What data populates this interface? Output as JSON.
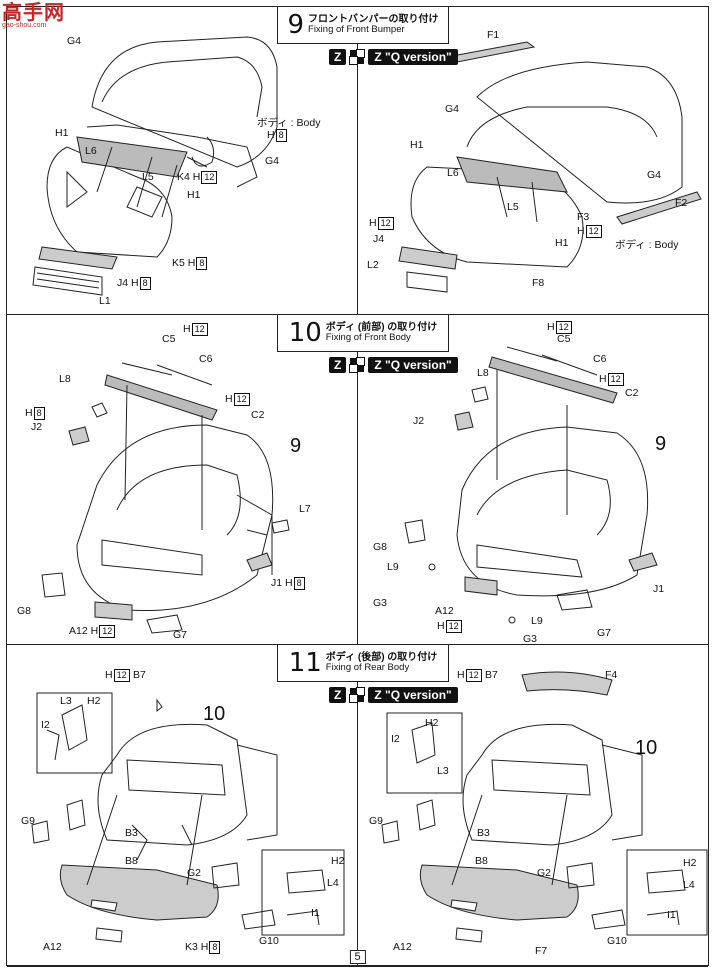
{
  "logo": {
    "main": "高手网",
    "sub": "gao-shou.com"
  },
  "page_number": "5",
  "steps": [
    {
      "number": "9",
      "title_jp": "フロントバンパーの取り付け",
      "title_en": "Fixing of Front Bumper",
      "version_left": "Z",
      "version_right": "Z \"Q version\"",
      "left_labels": {
        "g4a": "G4",
        "h1a": "H1",
        "l6": "L6",
        "l5": "L5",
        "k4": "K4",
        "h12": "12",
        "h1b": "H1",
        "body": "ボディ : Body",
        "h8": "8",
        "g4b": "G4",
        "k5": "K5",
        "h8b": "8",
        "j4": "J4",
        "h8c": "8",
        "l1": "L1"
      },
      "right_labels": {
        "f1": "F1",
        "g4a": "G4",
        "h1a": "H1",
        "l6": "L6",
        "g4b": "G4",
        "f2": "F2",
        "l5": "L5",
        "f3": "F3",
        "h12a": "12",
        "h1b": "H1",
        "body": "ボディ : Body",
        "h12b": "12",
        "j4": "J4",
        "l2": "L2",
        "f8": "F8"
      }
    },
    {
      "number": "10",
      "title_jp": "ボディ (前部) の取り付け",
      "title_en": "Fixing of Front Body",
      "version_left": "Z",
      "version_right": "Z \"Q version\"",
      "left_labels": {
        "c5": "C5",
        "h12a": "12",
        "c6": "C6",
        "l8": "L8",
        "h8": "8",
        "j2": "J2",
        "h12b": "12",
        "c2": "C2",
        "nine": "9",
        "l7": "L7",
        "j1": "J1",
        "h8b": "8",
        "g8": "G8",
        "a12": "A12",
        "h12c": "12",
        "g7": "G7"
      },
      "right_labels": {
        "c5": "C5",
        "h12a": "12",
        "c6": "C6",
        "l8": "L8",
        "h12b": "12",
        "c2": "C2",
        "j2": "J2",
        "nine": "9",
        "g8": "G8",
        "l9a": "L9",
        "j1": "J1",
        "g3a": "G3",
        "a12": "A12",
        "h12c": "12",
        "l9b": "L9",
        "g3b": "G3",
        "g7": "G7"
      }
    },
    {
      "number": "11",
      "title_jp": "ボディ (後部) の取り付け",
      "title_en": "Fixing of Rear Body",
      "version_left": "Z",
      "version_right": "Z \"Q version\"",
      "left_labels": {
        "h12": "12",
        "b7": "B7",
        "l3": "L3",
        "h2": "H2",
        "i2": "I2",
        "ten": "10",
        "g9": "G9",
        "b3": "B3",
        "b8": "B8",
        "g2": "G2",
        "h2b": "H2",
        "l4": "L4",
        "i1": "I1",
        "g10": "G10",
        "a12": "A12",
        "k3": "K3",
        "h8": "8"
      },
      "right_labels": {
        "h12": "12",
        "b7": "B7",
        "f4": "F4",
        "h2": "H2",
        "i2": "I2",
        "l3": "L3",
        "ten": "10",
        "g9": "G9",
        "b3": "B3",
        "b8": "B8",
        "g2": "G2",
        "h2b": "H2",
        "l4": "L4",
        "i1": "I1",
        "g10": "G10",
        "a12": "A12",
        "f7": "F7"
      }
    }
  ],
  "h_prefix": "H"
}
